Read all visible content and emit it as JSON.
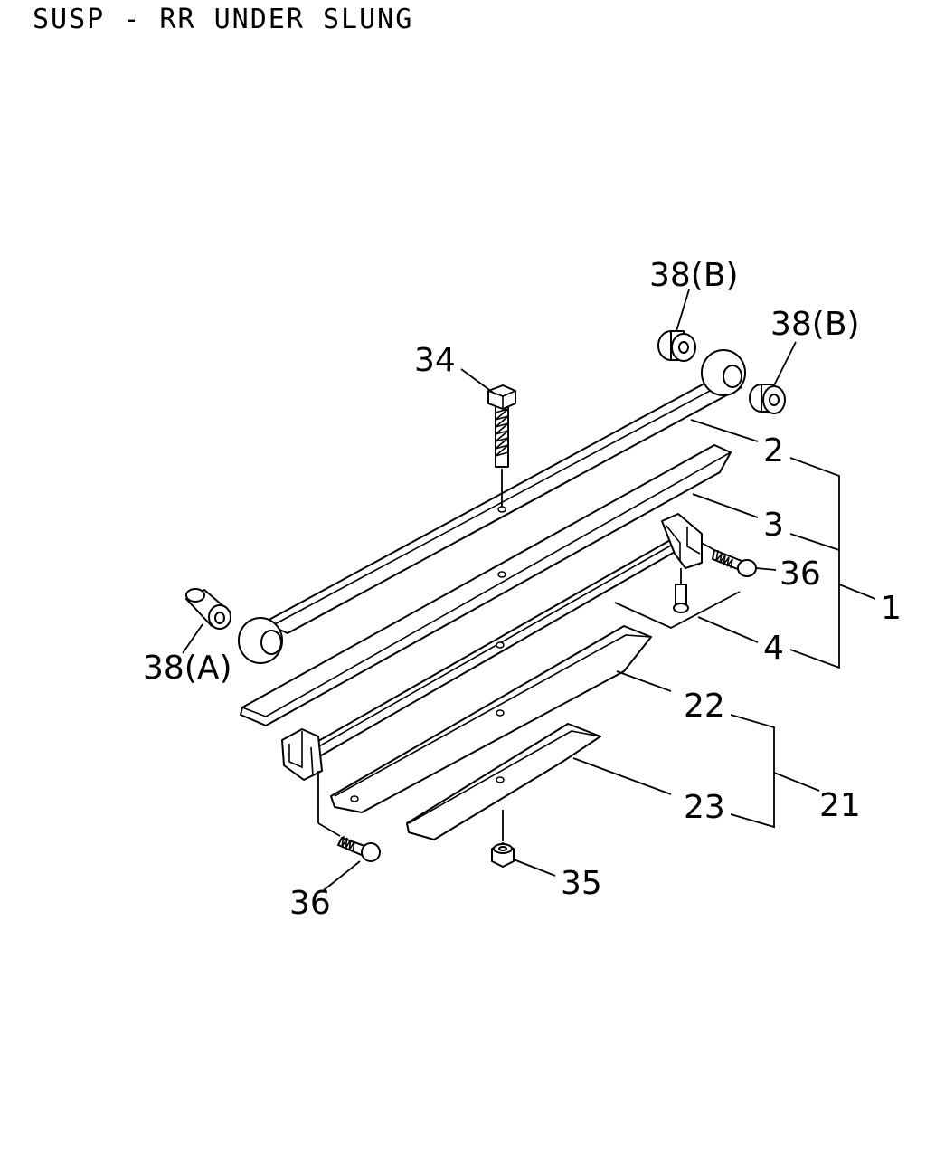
{
  "title": "SUSP - RR UNDER SLUNG",
  "callouts": {
    "c1": "1",
    "c2": "2",
    "c3": "3",
    "c4": "4",
    "c21": "21",
    "c22": "22",
    "c23": "23",
    "c34": "34",
    "c35": "35",
    "c36_right": "36",
    "c36_bottom": "36",
    "c38a": "38(A)",
    "c38b_top": "38(B)",
    "c38b_right": "38(B)"
  }
}
